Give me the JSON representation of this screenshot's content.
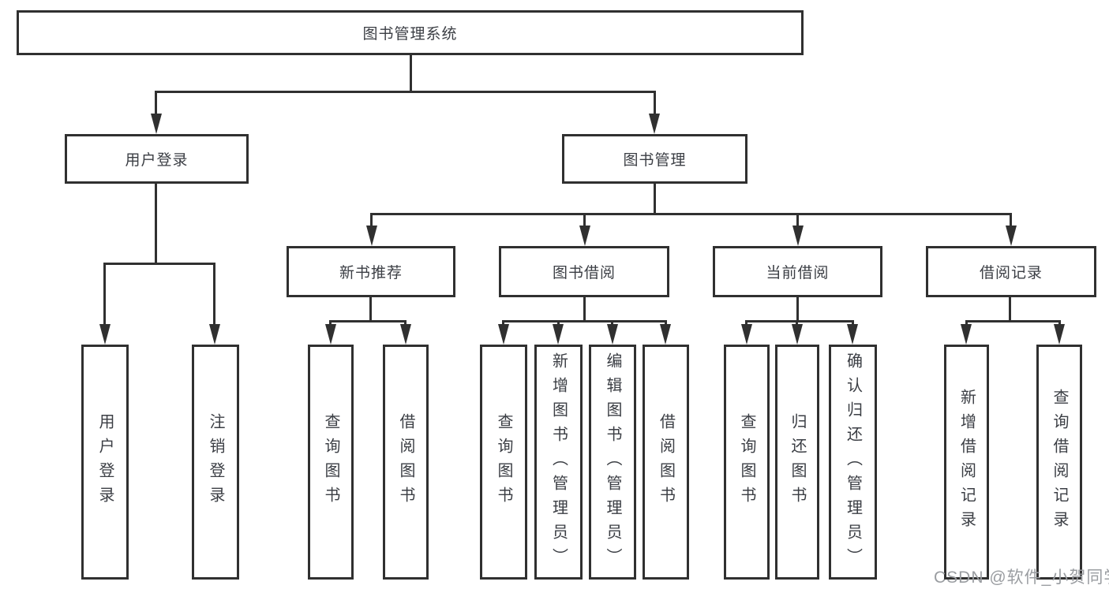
{
  "tree": {
    "root": {
      "label": "图书管理系统"
    },
    "branches": [
      {
        "label": "用户登录",
        "children": [
          {
            "label": "用户登录"
          },
          {
            "label": "注销登录"
          }
        ]
      },
      {
        "label": "图书管理",
        "children": [
          {
            "label": "新书推荐",
            "children": [
              {
                "label": "查询图书"
              },
              {
                "label": "借阅图书"
              }
            ]
          },
          {
            "label": "图书借阅",
            "children": [
              {
                "label": "查询图书"
              },
              {
                "label": "新增图书（管理员）"
              },
              {
                "label": "编辑图书（管理员）"
              },
              {
                "label": "借阅图书"
              }
            ]
          },
          {
            "label": "当前借阅",
            "children": [
              {
                "label": "查询图书"
              },
              {
                "label": "归还图书"
              },
              {
                "label": "确认归还（管理员）"
              }
            ]
          },
          {
            "label": "借阅记录",
            "children": [
              {
                "label": "新增借阅记录"
              },
              {
                "label": "查询借阅记录"
              }
            ]
          }
        ]
      }
    ]
  },
  "watermark": {
    "text": "CSDN @软件_小贺同学"
  },
  "colors": {
    "line": "#303030",
    "text": "#3b3e44",
    "watermark": "#9a9da1",
    "background": "#ffffff"
  }
}
